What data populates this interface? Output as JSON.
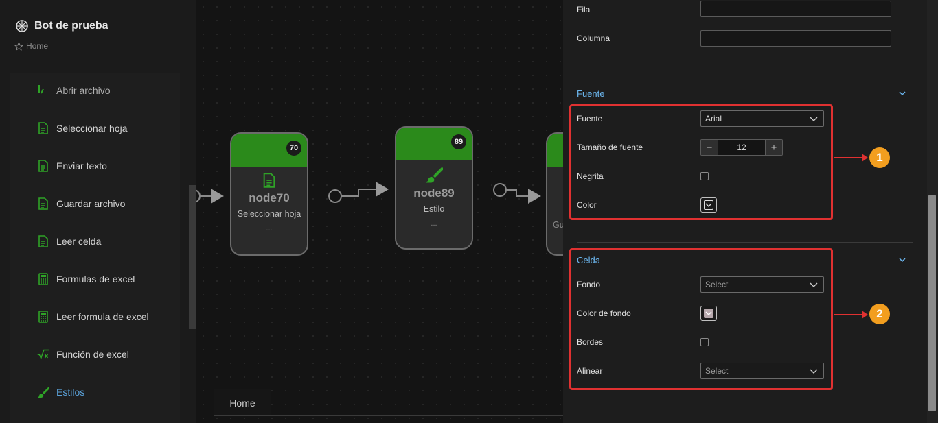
{
  "app": {
    "title": "Bot de prueba",
    "breadcrumb": "Home"
  },
  "sidebar": {
    "items": [
      {
        "label": "Abrir archivo",
        "icon": "file-icon"
      },
      {
        "label": "Seleccionar hoja",
        "icon": "file-text-icon"
      },
      {
        "label": "Enviar texto",
        "icon": "file-text-icon"
      },
      {
        "label": "Guardar archivo",
        "icon": "file-text-icon"
      },
      {
        "label": "Leer celda",
        "icon": "file-text-icon"
      },
      {
        "label": "Formulas de excel",
        "icon": "calculator-icon"
      },
      {
        "label": "Leer formula de excel",
        "icon": "calculator-icon"
      },
      {
        "label": "Función de excel",
        "icon": "square-root-icon"
      },
      {
        "label": "Estilos",
        "icon": "paintbrush-icon"
      }
    ]
  },
  "canvas": {
    "nodes": [
      {
        "badge": "70",
        "title": "node70",
        "subtitle": "Seleccionar hoja",
        "dots": "...",
        "icon": "file-text-icon"
      },
      {
        "badge": "89",
        "title": "node89",
        "subtitle": "Estilo",
        "dots": "...",
        "icon": "paintbrush-icon"
      },
      {
        "subtitle": "Gu"
      }
    ],
    "tab": "Home"
  },
  "panel": {
    "fila_label": "Fila",
    "columna_label": "Columna",
    "fuente_section": {
      "title": "Fuente",
      "font_label": "Fuente",
      "font_value": "Arial",
      "size_label": "Tamaño de fuente",
      "size_value": "12",
      "minus": "−",
      "plus": "+",
      "bold_label": "Negrita",
      "color_label": "Color"
    },
    "celda_section": {
      "title": "Celda",
      "fondo_label": "Fondo",
      "fondo_value": "Select",
      "bg_color_label": "Color de fondo",
      "bordes_label": "Bordes",
      "alinear_label": "Alinear",
      "alinear_value": "Select"
    }
  },
  "annotations": {
    "marker1": "1",
    "marker2": "2"
  },
  "colors": {
    "accent_green": "#2b8a1b",
    "highlight_red": "#e03131",
    "marker_orange": "#f29e1f",
    "section_blue": "#6cb6ee"
  }
}
